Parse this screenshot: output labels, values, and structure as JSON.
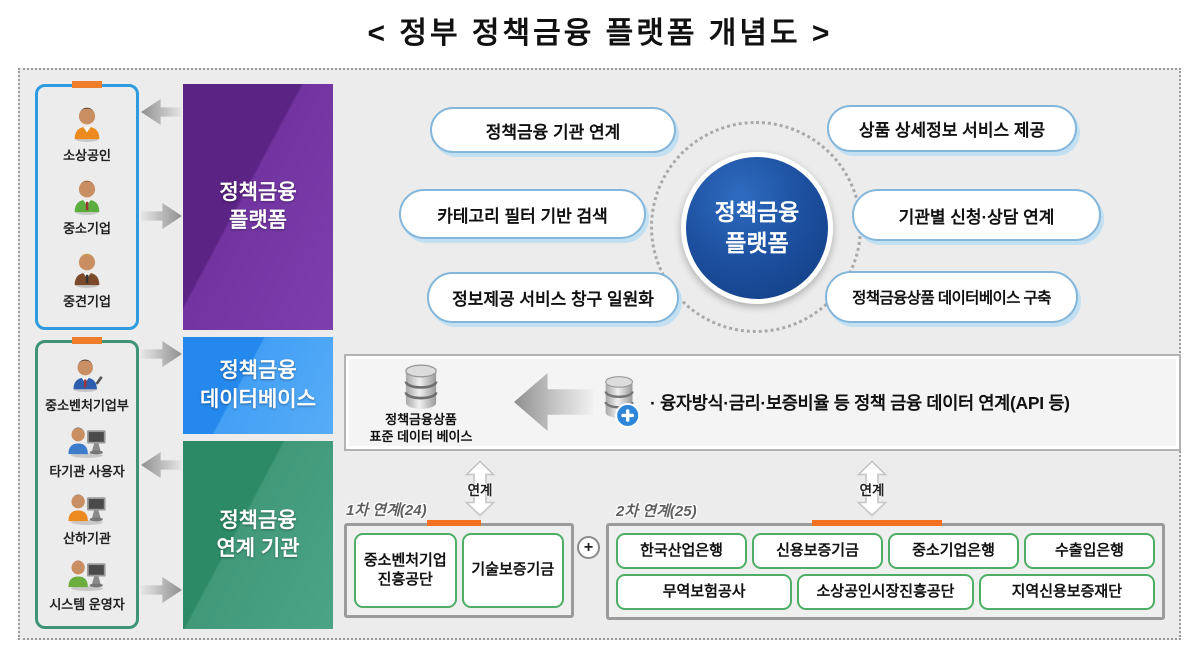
{
  "title": "<  정부  정책금융  플랫폼  개념도  >",
  "actors_top": {
    "items": [
      {
        "label": "소상공인",
        "icon": "person-orange-icon"
      },
      {
        "label": "중소기업",
        "icon": "person-green-icon"
      },
      {
        "label": "중견기업",
        "icon": "person-brown-suit-icon"
      }
    ]
  },
  "actors_bottom": {
    "items": [
      {
        "label": "중소벤처기업부",
        "icon": "person-writing-icon"
      },
      {
        "label": "타기관 사용자",
        "icon": "person-monitor-blue-icon"
      },
      {
        "label": "산하기관",
        "icon": "person-monitor-orange-icon"
      },
      {
        "label": "시스템 운영자",
        "icon": "person-monitor-green-icon"
      }
    ]
  },
  "blocks": {
    "platform": {
      "line1": "정책금융",
      "line2": "플랫폼"
    },
    "database": {
      "line1": "정책금융",
      "line2": "데이터베이스"
    },
    "partners": {
      "line1": "정책금융",
      "line2": "연계 기관"
    }
  },
  "hub": {
    "line1": "정책금융",
    "line2": "플랫폼"
  },
  "features_left": [
    "정책금융 기관 연계",
    "카테고리 필터 기반 검색",
    "정보제공 서비스 창구 일원화"
  ],
  "features_right": [
    "상품 상세정보 서비스 제공",
    "기관별 신청·상담 연계",
    "정책금융상품 데이터베이스 구축"
  ],
  "db_section": {
    "standard_db": {
      "line1": "정책금융상품",
      "line2": "표준 데이터 베이스",
      "icon": "database-icon"
    },
    "source_db_icon": "database-add-icon",
    "arrow_icon": "arrow-left-icon",
    "description": "· 융자방식·금리·보증비율 등 정책 금융 데이터 연계(API 등)"
  },
  "links": {
    "left_label": "연계",
    "right_label": "연계",
    "plus": "+",
    "tier1": {
      "title": "1차 연계(24)",
      "items": [
        "중소벤처기업 진흥공단",
        "기술보증기금"
      ]
    },
    "tier2": {
      "title": "2차 연계(25)",
      "row1": [
        "한국산업은행",
        "신용보증기금",
        "중소기업은행",
        "수출입은행"
      ],
      "row2": [
        "무역보험공사",
        "소상공인시장진흥공단",
        "지역신용보증재단"
      ]
    }
  },
  "colors": {
    "platform_purple": "#6B2F9C",
    "database_blue": "#2E90F0",
    "partners_green": "#338A6A",
    "hub_blue": "#16448F",
    "accent_orange": "#F36F21",
    "pill_border_blue": "#83B6DA",
    "mini_box_green": "#4FAE66",
    "actor_box_blue": "#2E9BDF",
    "actor_box_green": "#3F9478"
  }
}
